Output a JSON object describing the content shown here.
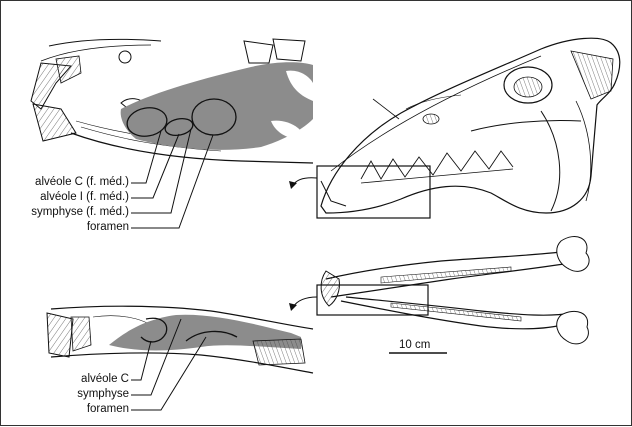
{
  "upper_labels": [
    "alvéole C (f. méd.)",
    "alvéole I (f. méd.)",
    "symphyse (f. méd.)",
    "foramen"
  ],
  "lower_labels": [
    "alvéole C",
    "symphyse",
    "foramen"
  ],
  "scale_label": "10 cm",
  "colors": {
    "highlight": "#8c8c8c",
    "line": "#111111",
    "background": "#ffffff"
  }
}
